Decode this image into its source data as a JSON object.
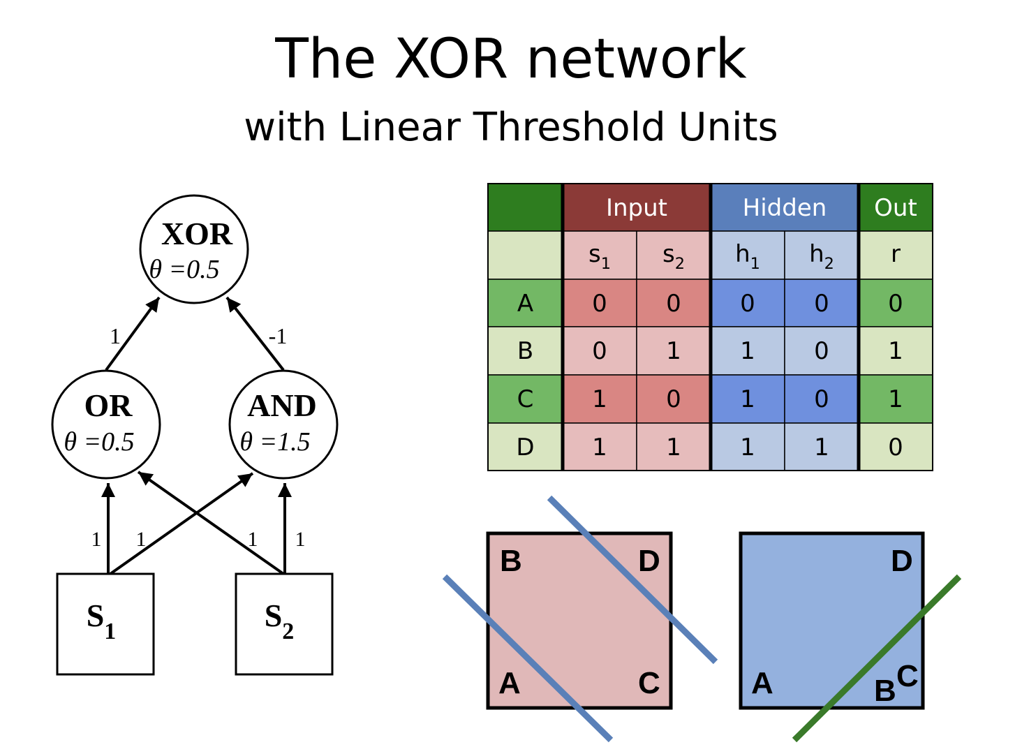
{
  "title": "The XOR network",
  "subtitle": "with Linear Threshold Units",
  "network": {
    "nodes": {
      "xor": {
        "name": "XOR",
        "theta": "θ =0.5"
      },
      "or": {
        "name": "OR",
        "theta": "θ =0.5"
      },
      "and": {
        "name": "AND",
        "theta": "θ =1.5"
      },
      "s1": {
        "name": "S",
        "sub": "1"
      },
      "s2": {
        "name": "S",
        "sub": "2"
      }
    },
    "weights": {
      "or_to_xor": "1",
      "and_to_xor": "-1",
      "s1_to_or": "1",
      "s1_to_and": "1",
      "s2_to_or": "1",
      "s2_to_and": "1"
    }
  },
  "table": {
    "groups": [
      "Input",
      "Hidden",
      "Out"
    ],
    "columns": [
      {
        "base": "s",
        "sub": "1"
      },
      {
        "base": "s",
        "sub": "2"
      },
      {
        "base": "h",
        "sub": "1"
      },
      {
        "base": "h",
        "sub": "2"
      },
      {
        "base": "r",
        "sub": ""
      }
    ],
    "rows": [
      {
        "label": "A",
        "values": [
          "0",
          "0",
          "0",
          "0",
          "0"
        ]
      },
      {
        "label": "B",
        "values": [
          "0",
          "1",
          "1",
          "0",
          "1"
        ]
      },
      {
        "label": "C",
        "values": [
          "1",
          "0",
          "1",
          "0",
          "1"
        ]
      },
      {
        "label": "D",
        "values": [
          "1",
          "1",
          "1",
          "1",
          "0"
        ]
      }
    ],
    "colors": {
      "green_dark": "#2e7d1f",
      "green_mid": "#73b865",
      "green_light": "#d9e5c1",
      "red_dark": "#8b3a37",
      "red_mid": "#d98683",
      "red_light": "#e6bcbc",
      "blue_dark": "#5a7fbb",
      "blue_mid": "#6f90de",
      "blue_light": "#b9c9e3"
    }
  },
  "input_space": {
    "labels": {
      "top_left": "B",
      "top_right": "D",
      "bottom_left": "A",
      "bottom_right": "C"
    },
    "fill": "#e0b8b8",
    "line_color": "#5a80b8"
  },
  "hidden_space": {
    "labels": {
      "top_right": "D",
      "bottom_left": "A",
      "bottom_right_1": "B",
      "bottom_right_2": "C"
    },
    "fill": "#94b1de",
    "line_color": "#3a7a2a"
  }
}
